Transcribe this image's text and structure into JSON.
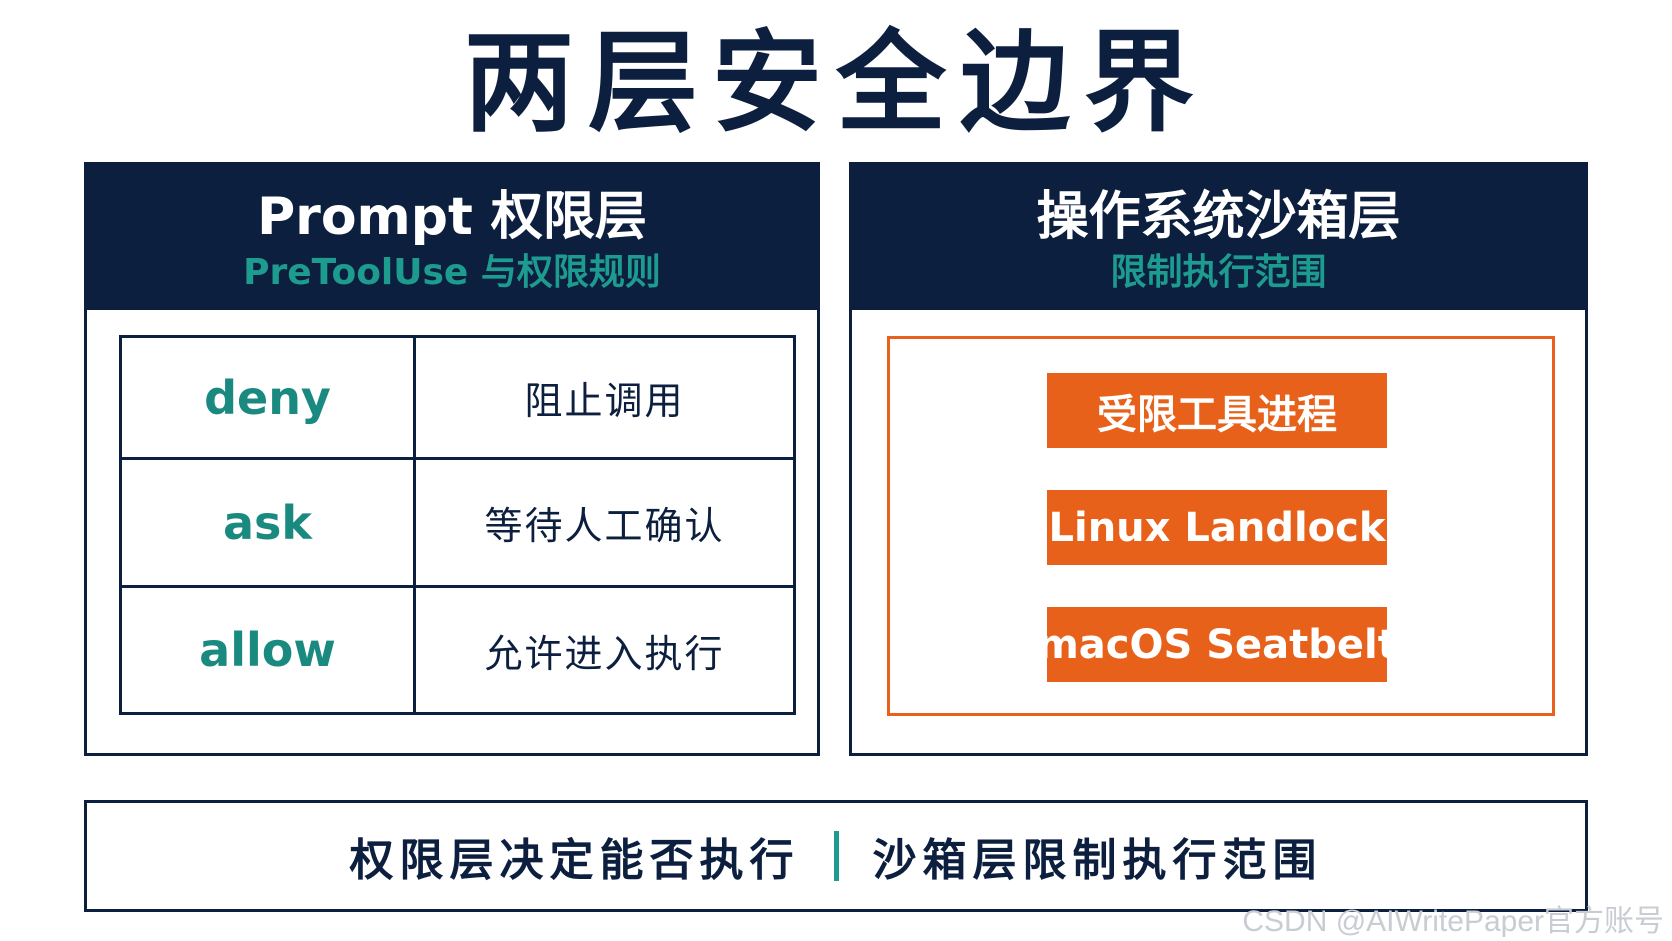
{
  "title": "两层安全边界",
  "left_panel": {
    "title": "Prompt 权限层",
    "subtitle": "PreToolUse 与权限规则",
    "rows": [
      {
        "key": "deny",
        "value": "阻止调用"
      },
      {
        "key": "ask",
        "value": "等待人工确认"
      },
      {
        "key": "allow",
        "value": "允许进入执行"
      }
    ]
  },
  "right_panel": {
    "title": "操作系统沙箱层",
    "subtitle": "限制执行范围",
    "layers": [
      "受限工具进程",
      "Linux Landlock",
      "macOS Seatbelt"
    ]
  },
  "footer": {
    "left": "权限层决定能否执行",
    "right": "沙箱层限制执行范围"
  },
  "watermark": "CSDN @AIWritePaper官方账号",
  "colors": {
    "navy": "#0d1f3f",
    "teal": "#1d9b8f",
    "orange": "#e8611a"
  }
}
